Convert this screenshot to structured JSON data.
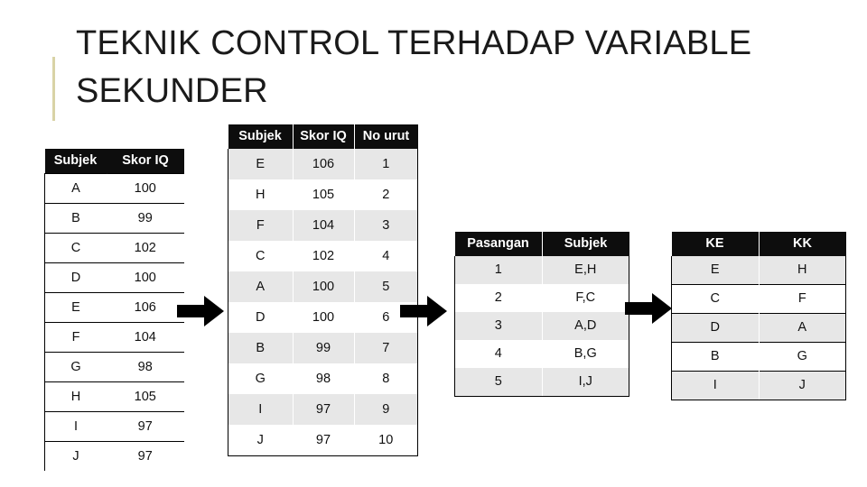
{
  "slide": {
    "title_lines": [
      "TEKNIK CONTROL TERHADAP VARIABLE",
      "SEKUNDER"
    ],
    "accent_color": "#D9D3A6",
    "header_color": "#0d0d0d",
    "band_color": "#E7E7E7"
  },
  "table_iq_raw": {
    "headers": [
      "Subjek",
      "Skor IQ"
    ],
    "rows": [
      [
        "A",
        "100"
      ],
      [
        "B",
        "99"
      ],
      [
        "C",
        "102"
      ],
      [
        "D",
        "100"
      ],
      [
        "E",
        "106"
      ],
      [
        "F",
        "104"
      ],
      [
        "G",
        "98"
      ],
      [
        "H",
        "105"
      ],
      [
        "I",
        "97"
      ],
      [
        "J",
        "97"
      ]
    ]
  },
  "table_iq_ranked": {
    "headers": [
      "Subjek",
      "Skor IQ",
      "No urut"
    ],
    "rows": [
      [
        "E",
        "106",
        "1"
      ],
      [
        "H",
        "105",
        "2"
      ],
      [
        "F",
        "104",
        "3"
      ],
      [
        "C",
        "102",
        "4"
      ],
      [
        "A",
        "100",
        "5"
      ],
      [
        "D",
        "100",
        "6"
      ],
      [
        "B",
        "99",
        "7"
      ],
      [
        "G",
        "98",
        "8"
      ],
      [
        "I",
        "97",
        "9"
      ],
      [
        "J",
        "97",
        "10"
      ]
    ]
  },
  "table_pairs": {
    "headers": [
      "Pasangan",
      "Subjek"
    ],
    "rows": [
      [
        "1",
        "E,H"
      ],
      [
        "2",
        "F,C"
      ],
      [
        "3",
        "A,D"
      ],
      [
        "4",
        "B,G"
      ],
      [
        "5",
        "I,J"
      ]
    ]
  },
  "table_groups": {
    "headers": [
      "KE",
      "KK"
    ],
    "rows": [
      [
        "E",
        "H"
      ],
      [
        "C",
        "F"
      ],
      [
        "D",
        "A"
      ],
      [
        "B",
        "G"
      ],
      [
        "I",
        "J"
      ]
    ]
  },
  "arrows": [
    {
      "name": "arrow-right-icon"
    },
    {
      "name": "arrow-right-icon"
    },
    {
      "name": "arrow-right-icon"
    }
  ]
}
